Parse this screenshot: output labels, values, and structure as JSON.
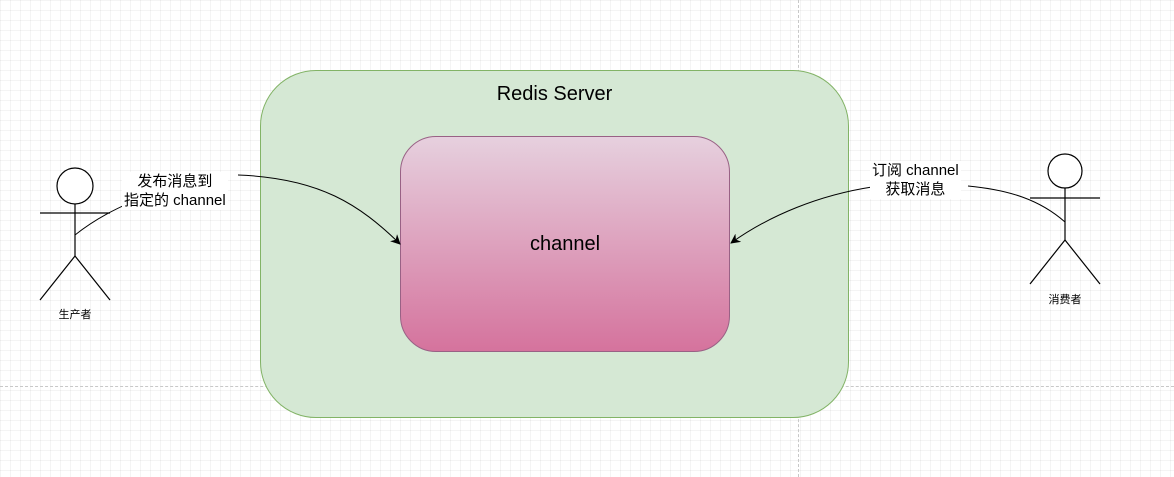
{
  "server": {
    "title": "Redis Server",
    "fill_color": "#d5e8d4",
    "stroke_color": "#82b366"
  },
  "channel": {
    "label": "channel",
    "gradient_top": "#e6d0de",
    "gradient_bottom": "#d5739d",
    "stroke_color": "#996185"
  },
  "producer": {
    "label": "生产者",
    "edge_label_line1": "发布消息到",
    "edge_label_line2": "指定的 channel"
  },
  "consumer": {
    "label": "消费者",
    "edge_label_line1": "订阅 channel",
    "edge_label_line2": "获取消息"
  }
}
